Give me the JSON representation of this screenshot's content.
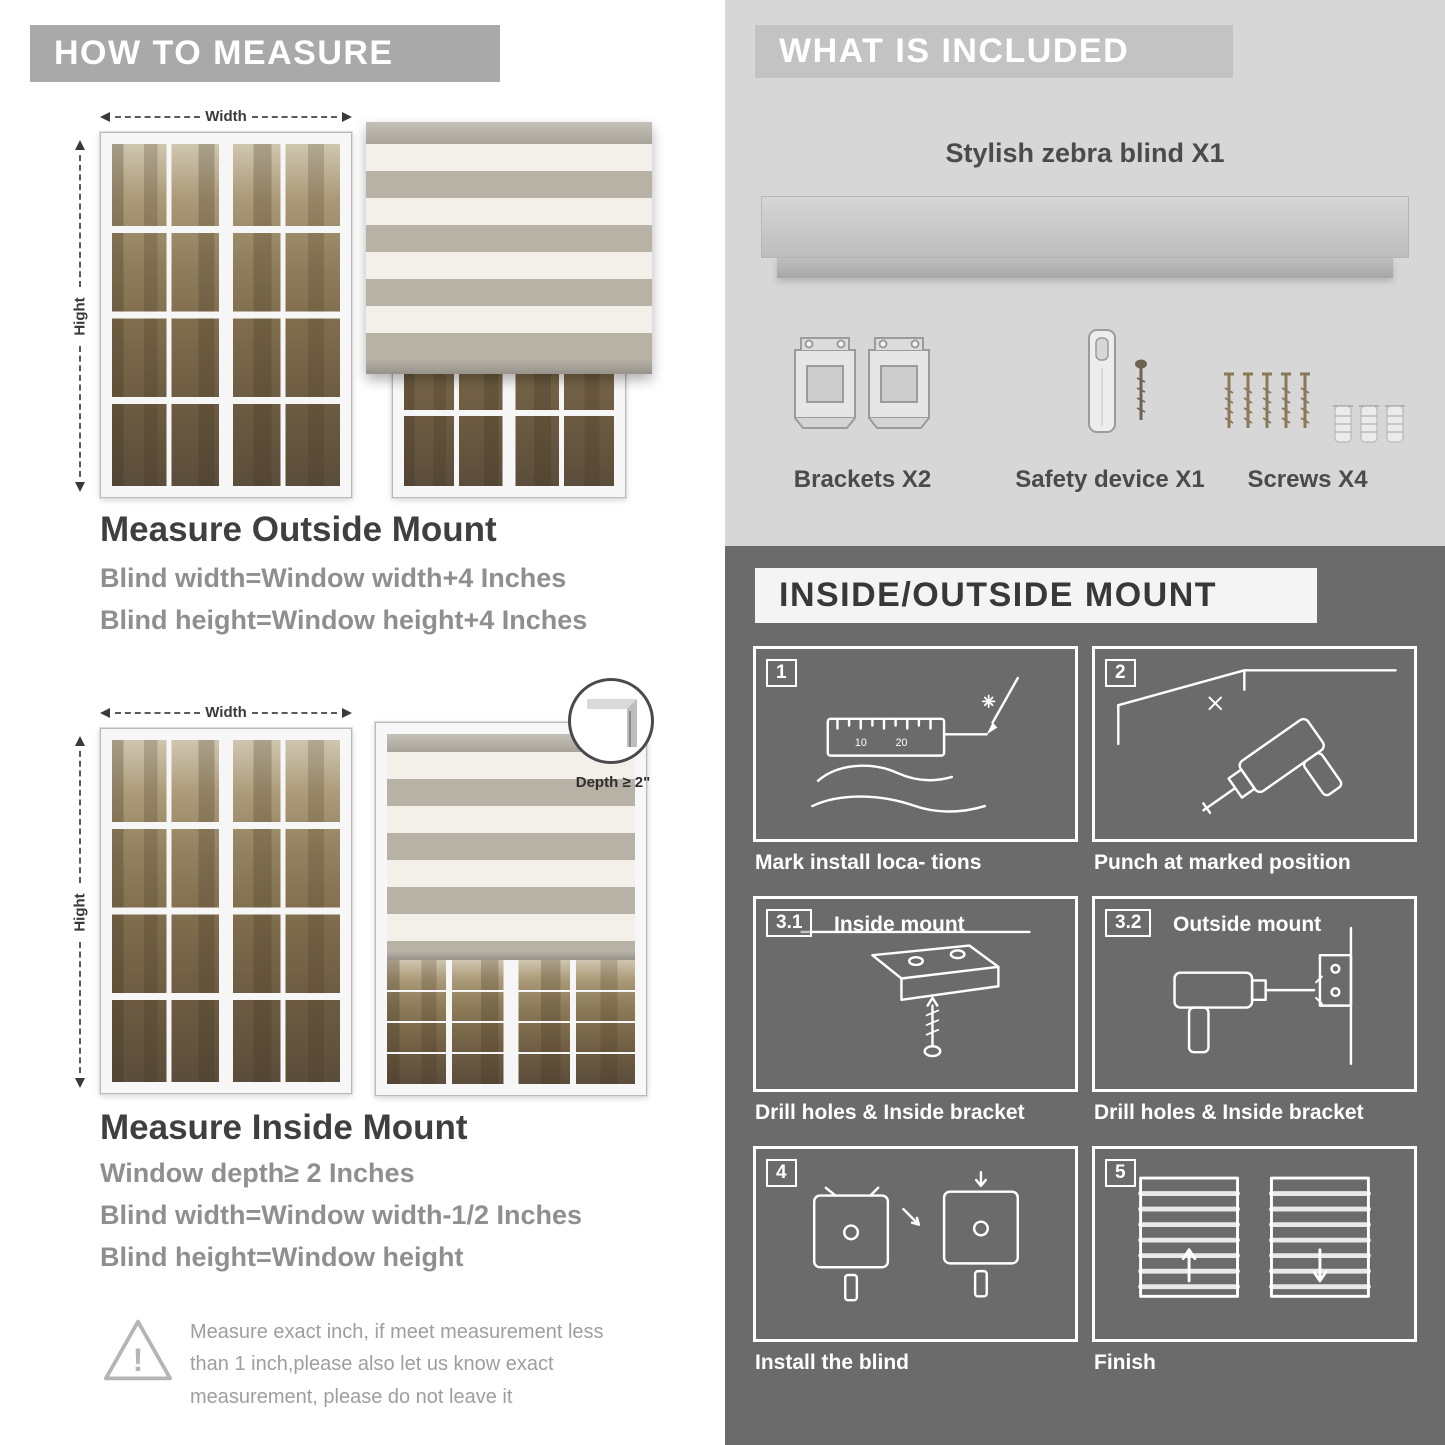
{
  "palette": {
    "banner_gray": "#a9a9a9",
    "light_section": "#d7d7d7",
    "dark_section": "#6b6b6b",
    "heading_text": "#3f3f3f",
    "body_text": "#8f8f8f",
    "stripe_gray": "#b7b1a6",
    "stripe_white": "#f3f0e9"
  },
  "how_to_measure": {
    "banner": "HOW TO MEASURE",
    "width_label": "Width",
    "height_label": "Hight",
    "outside": {
      "heading": "Measure Outside Mount",
      "lines": [
        "Blind width=Window width+4 Inches",
        "Blind height=Window height+4 Inches"
      ]
    },
    "inside": {
      "heading": "Measure Inside Mount",
      "depth_callout": "Depth ≥ 2\"",
      "lines": [
        "Window depth≥ 2 Inches",
        "Blind width=Window width-1/2 Inches",
        "Blind height=Window height"
      ]
    },
    "warning": "Measure exact inch, if meet measurement less than 1 inch,please also let us know exact measurement, please do not leave it"
  },
  "included": {
    "banner": "WHAT IS INCLUDED",
    "product": "Stylish zebra blind X1",
    "items": [
      {
        "label": "Brackets X2",
        "icon": "brackets-icon"
      },
      {
        "label": "Safety device X1",
        "icon": "safety-device-icon"
      },
      {
        "label": "Screws X4",
        "icon": "screws-icon"
      }
    ]
  },
  "mount_guide": {
    "banner": "INSIDE/OUTSIDE MOUNT",
    "steps": [
      {
        "num": "1",
        "title": "",
        "caption": "Mark install loca- tions"
      },
      {
        "num": "2",
        "title": "",
        "caption": "Punch at  marked position"
      },
      {
        "num": "3.1",
        "title": "Inside mount",
        "caption": "Drill holes &  Inside bracket"
      },
      {
        "num": "3.2",
        "title": "Outside mount",
        "caption": "Drill holes &  Inside bracket"
      },
      {
        "num": "4",
        "title": "",
        "caption": "Install the blind"
      },
      {
        "num": "5",
        "title": "",
        "caption": "Finish"
      }
    ]
  }
}
